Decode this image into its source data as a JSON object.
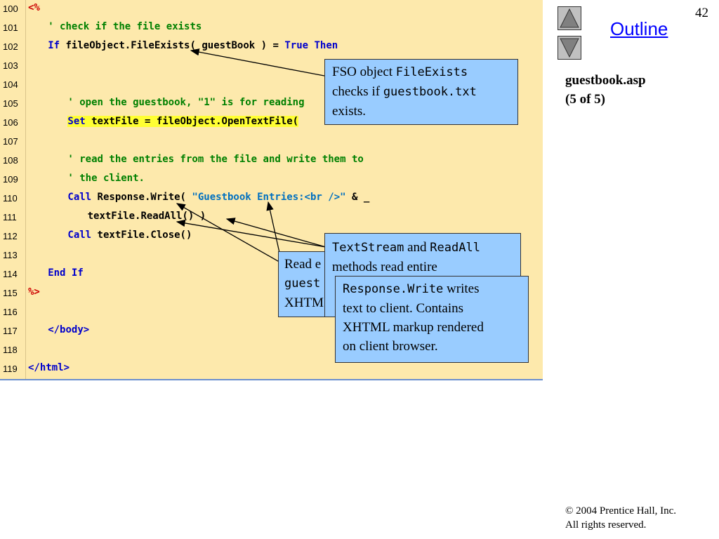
{
  "slide": {
    "page_number": "42",
    "outline_label": "Outline",
    "file_title": "guestbook.asp",
    "file_part": "(5 of 5)",
    "copyright_symbol": "©",
    "copyright_line1": "2004 Prentice Hall, Inc.",
    "copyright_line2": "All rights reserved."
  },
  "code_lines": [
    {
      "n": "100",
      "indent": 0,
      "segs": [
        {
          "t": "<%",
          "c": "m"
        }
      ]
    },
    {
      "n": "101",
      "indent": 3,
      "segs": [
        {
          "t": "' check if the file exists",
          "c": "c"
        }
      ]
    },
    {
      "n": "102",
      "indent": 3,
      "segs": [
        {
          "t": "If ",
          "c": "k"
        },
        {
          "t": "fileObject.FileExists( guestBook ) = ",
          "c": "n"
        },
        {
          "t": "True Then",
          "c": "k"
        }
      ]
    },
    {
      "n": "103",
      "indent": 0,
      "segs": []
    },
    {
      "n": "104",
      "indent": 0,
      "segs": []
    },
    {
      "n": "105",
      "indent": 6,
      "segs": [
        {
          "t": "' open the guestbook, \"1\" is for reading",
          "c": "c"
        }
      ]
    },
    {
      "n": "106",
      "indent": 6,
      "segs": [
        {
          "t": "Set ",
          "c": "k",
          "hl": true
        },
        {
          "t": "textFile = fileObject.OpenTextFile(",
          "c": "n",
          "hl": true
        }
      ]
    },
    {
      "n": "107",
      "indent": 0,
      "segs": []
    },
    {
      "n": "108",
      "indent": 6,
      "segs": [
        {
          "t": "' read the entries from the file and write them to",
          "c": "c"
        }
      ]
    },
    {
      "n": "109",
      "indent": 6,
      "segs": [
        {
          "t": "' the client.",
          "c": "c"
        }
      ]
    },
    {
      "n": "110",
      "indent": 6,
      "segs": [
        {
          "t": "Call ",
          "c": "k"
        },
        {
          "t": "Response.Write( ",
          "c": "n"
        },
        {
          "t": "\"Guestbook Entries:<br />\"",
          "c": "s"
        },
        {
          "t": " & _",
          "c": "n"
        }
      ]
    },
    {
      "n": "111",
      "indent": 9,
      "segs": [
        {
          "t": "textFile.ReadAll() )",
          "c": "n"
        }
      ]
    },
    {
      "n": "112",
      "indent": 6,
      "segs": [
        {
          "t": "Call ",
          "c": "k"
        },
        {
          "t": "textFile.Close()",
          "c": "n"
        }
      ]
    },
    {
      "n": "113",
      "indent": 0,
      "segs": []
    },
    {
      "n": "114",
      "indent": 3,
      "segs": [
        {
          "t": "End If",
          "c": "k"
        }
      ]
    },
    {
      "n": "115",
      "indent": 0,
      "segs": [
        {
          "t": "%>",
          "c": "m"
        }
      ]
    },
    {
      "n": "116",
      "indent": 0,
      "segs": []
    },
    {
      "n": "117",
      "indent": 3,
      "segs": [
        {
          "t": "</body>",
          "c": "k"
        }
      ]
    },
    {
      "n": "118",
      "indent": 0,
      "segs": []
    },
    {
      "n": "119",
      "indent": 0,
      "segs": [
        {
          "t": "</html>",
          "c": "k"
        }
      ]
    }
  ],
  "callouts": {
    "fso": {
      "a": "FSO object ",
      "b": "FileExists",
      "c": "checks if ",
      "d": "guestbook.txt",
      "e": "exists."
    },
    "read_partial": {
      "a": "Read e",
      "b": "guest",
      "c": "XHTM"
    },
    "textstream": {
      "a": "TextStream",
      "b": " and ",
      "c": "ReadAll",
      "d": "methods read entire"
    },
    "response": {
      "a": "Response.Write",
      "b": " writes",
      "c": "text to client. Contains",
      "d": "XHTML markup rendered",
      "e": "on client browser."
    }
  },
  "icons": {
    "up": "triangle-up-icon",
    "down": "triangle-down-icon"
  }
}
